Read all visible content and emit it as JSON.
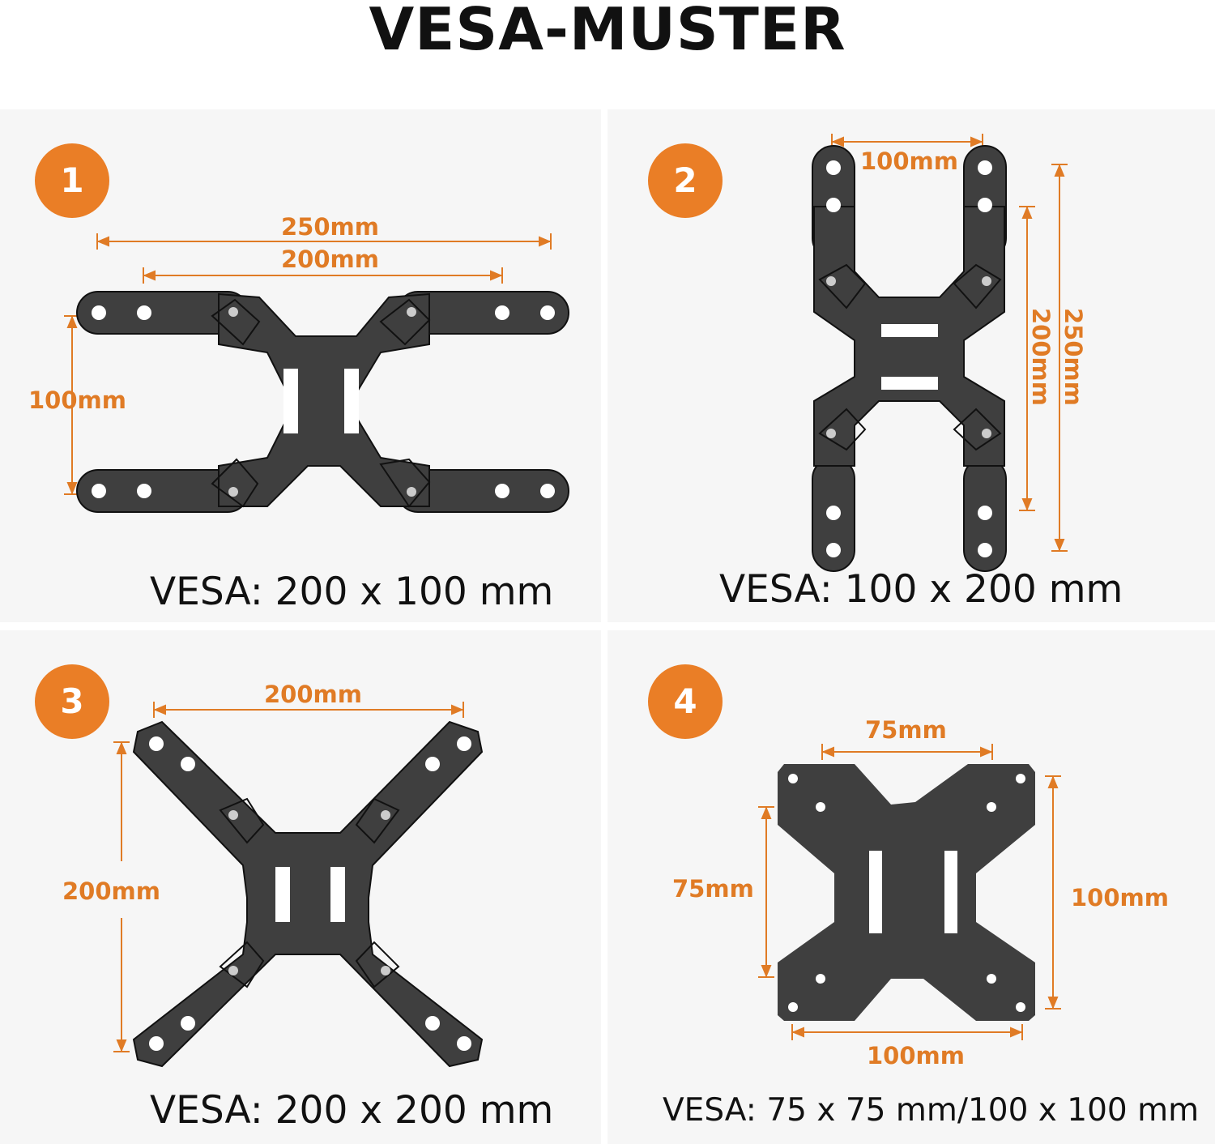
{
  "title": "VESA-MUSTER",
  "colors": {
    "accent": "#ea7e26",
    "plate": "#3f3f3f",
    "panel": "#f6f6f6"
  },
  "panels": [
    {
      "number": "1",
      "dims": [
        "250mm",
        "200mm",
        "100mm"
      ],
      "vesa": "VESA: 200 x 100 mm"
    },
    {
      "number": "2",
      "dims": [
        "100mm",
        "200mm",
        "250mm"
      ],
      "vesa": "VESA: 100 x 200 mm"
    },
    {
      "number": "3",
      "dims": [
        "200mm",
        "200mm"
      ],
      "vesa": "VESA: 200 x 200 mm"
    },
    {
      "number": "4",
      "dims": [
        "75mm",
        "75mm",
        "100mm",
        "100mm"
      ],
      "vesa": "VESA: 75 x 75 mm/100 x 100 mm"
    }
  ]
}
